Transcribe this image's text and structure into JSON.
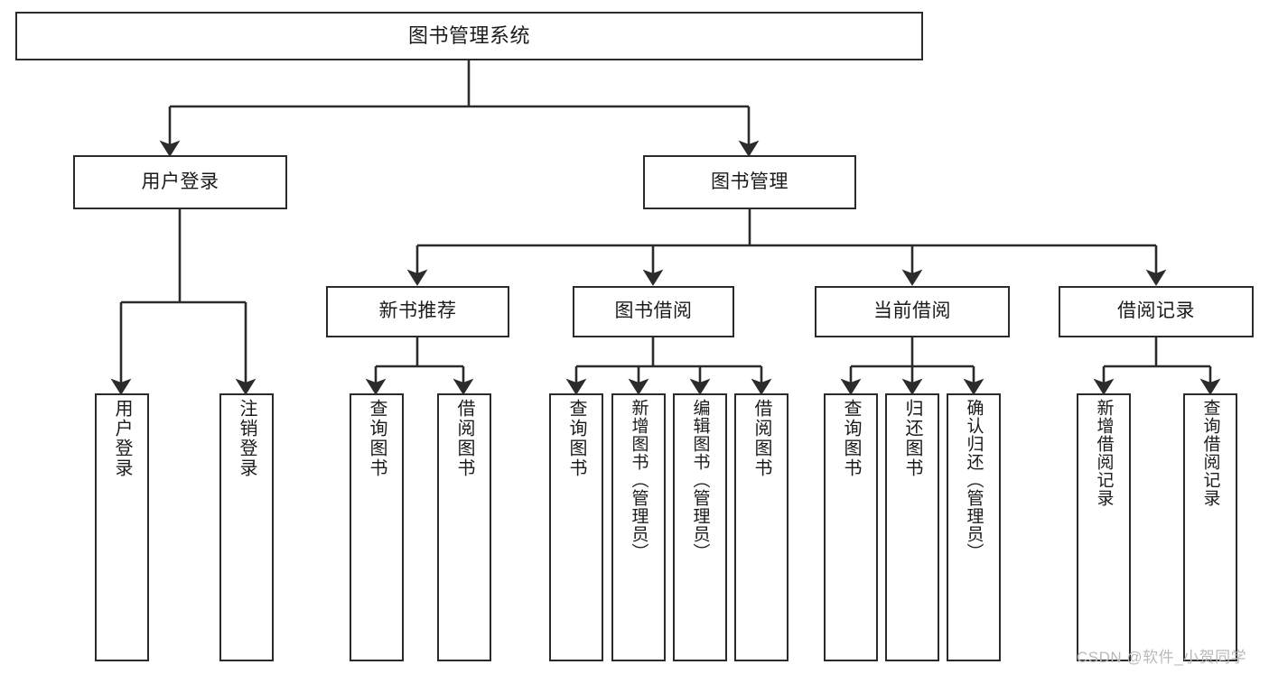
{
  "diagram": {
    "type": "tree-hierarchy",
    "title": "图书管理系统",
    "root": {
      "id": "root",
      "label": "图书管理系统"
    },
    "level1": [
      {
        "id": "user-login",
        "label": "用户登录"
      },
      {
        "id": "book-manage",
        "label": "图书管理"
      }
    ],
    "level2": [
      {
        "id": "new-book-recommend",
        "label": "新书推荐",
        "parent": "book-manage"
      },
      {
        "id": "book-borrow",
        "label": "图书借阅",
        "parent": "book-manage"
      },
      {
        "id": "current-borrow",
        "label": "当前借阅",
        "parent": "book-manage"
      },
      {
        "id": "borrow-record",
        "label": "借阅记录",
        "parent": "book-manage"
      }
    ],
    "leaves": {
      "user_login": [
        {
          "id": "leaf-user-login",
          "label": "用户登录"
        },
        {
          "id": "leaf-user-logout",
          "label": "注销登录"
        }
      ],
      "new_book_recommend": [
        {
          "id": "leaf-query-book-1",
          "label": "查询图书"
        },
        {
          "id": "leaf-borrow-book-1",
          "label": "借阅图书"
        }
      ],
      "book_borrow": [
        {
          "id": "leaf-query-book-2",
          "label": "查询图书"
        },
        {
          "id": "leaf-add-book",
          "label": "新增图书（管理员）"
        },
        {
          "id": "leaf-edit-book",
          "label": "编辑图书（管理员）"
        },
        {
          "id": "leaf-borrow-book-2",
          "label": "借阅图书"
        }
      ],
      "current_borrow": [
        {
          "id": "leaf-query-book-3",
          "label": "查询图书"
        },
        {
          "id": "leaf-return-book",
          "label": "归还图书"
        },
        {
          "id": "leaf-confirm-return",
          "label": "确认归还（管理员）"
        }
      ],
      "borrow_record": [
        {
          "id": "leaf-add-record",
          "label": "新增借阅记录"
        },
        {
          "id": "leaf-query-record",
          "label": "查询借阅记录"
        }
      ]
    },
    "watermark": "CSDN @软件_小贺同学",
    "colors": {
      "box_border": "#2b2b2b",
      "box_fill": "#ffffff",
      "connector": "#2b2b2b",
      "text": "#1b1b1b",
      "watermark": "#b9b9b9",
      "background": "#ffffff"
    }
  }
}
